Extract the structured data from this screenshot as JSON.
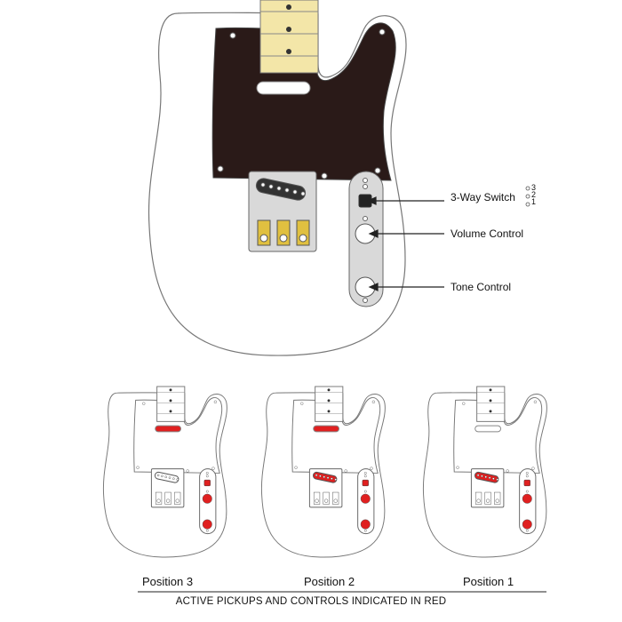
{
  "callouts": {
    "switch": "3-Way Switch",
    "volume": "Volume Control",
    "tone": "Tone Control",
    "switch_positions": [
      "3",
      "2",
      "1"
    ]
  },
  "positions": [
    {
      "label": "Position 3",
      "neck_active": true,
      "bridge_active": false
    },
    {
      "label": "Position 2",
      "neck_active": true,
      "bridge_active": true
    },
    {
      "label": "Position 1",
      "neck_active": false,
      "bridge_active": true
    }
  ],
  "footer_note": "ACTIVE PICKUPS AND CONTROLS INDICATED IN RED",
  "colors": {
    "active": "#e02020",
    "pickguard": "#2a1a18",
    "neck": "#f3e6a8",
    "plate": "#d9d9d9"
  }
}
